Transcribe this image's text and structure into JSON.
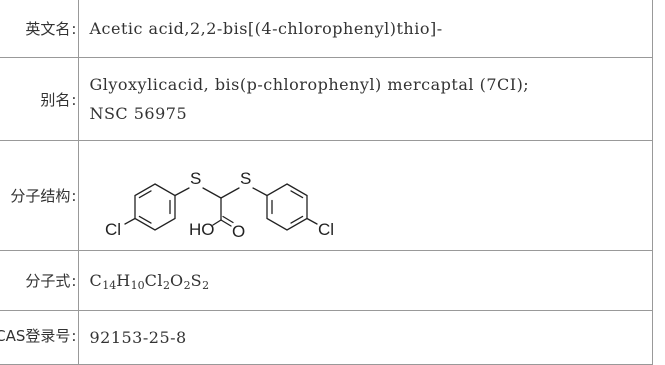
{
  "rows": {
    "english_name": {
      "label": "英文名",
      "value": "Acetic acid,2,2-bis[(4-chlorophenyl)thio]-"
    },
    "synonyms": {
      "label": "别名",
      "values": [
        "Glyoxylicacid, bis(p-chlorophenyl) mercaptal (7CI);",
        "NSC 56975"
      ]
    },
    "structure": {
      "label": "分子结构",
      "atoms": {
        "sulfur_left": "S",
        "sulfur_right": "S",
        "chlorine_left": "Cl",
        "chlorine_right": "Cl",
        "hydroxyl": "HO",
        "carbonyl_oxygen": "O"
      }
    },
    "formula": {
      "label": "分子式",
      "parts": [
        {
          "el": "C",
          "n": "14"
        },
        {
          "el": "H",
          "n": "10"
        },
        {
          "el": "Cl",
          "n": "2"
        },
        {
          "el": "O",
          "n": "2"
        },
        {
          "el": "S",
          "n": "2"
        }
      ]
    },
    "cas": {
      "label": "CAS登录号",
      "value": "92153-25-8"
    }
  },
  "separator": ":"
}
